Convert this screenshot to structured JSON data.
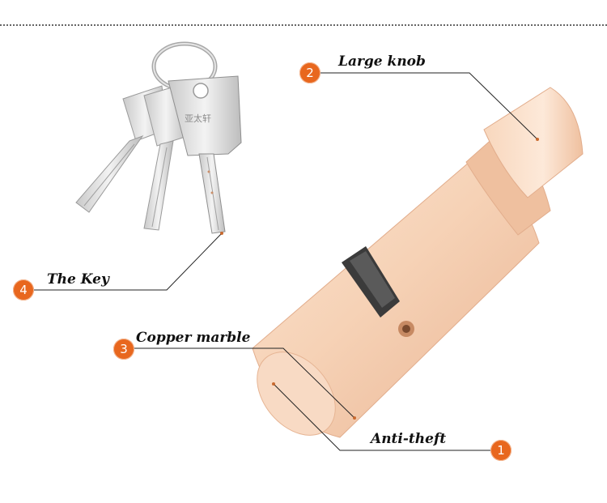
{
  "callouts": [
    {
      "number": "1",
      "label": "Anti-theft"
    },
    {
      "number": "2",
      "label": "Large knob"
    },
    {
      "number": "3",
      "label": "Copper marble"
    },
    {
      "number": "4",
      "label": "The Key"
    }
  ],
  "colors": {
    "badge": "#e8671e",
    "brass": "#f2c9a8",
    "steel": "#d9d9d9",
    "leader_line": "#222222"
  },
  "keys": {
    "engraving": "亚太轩"
  }
}
